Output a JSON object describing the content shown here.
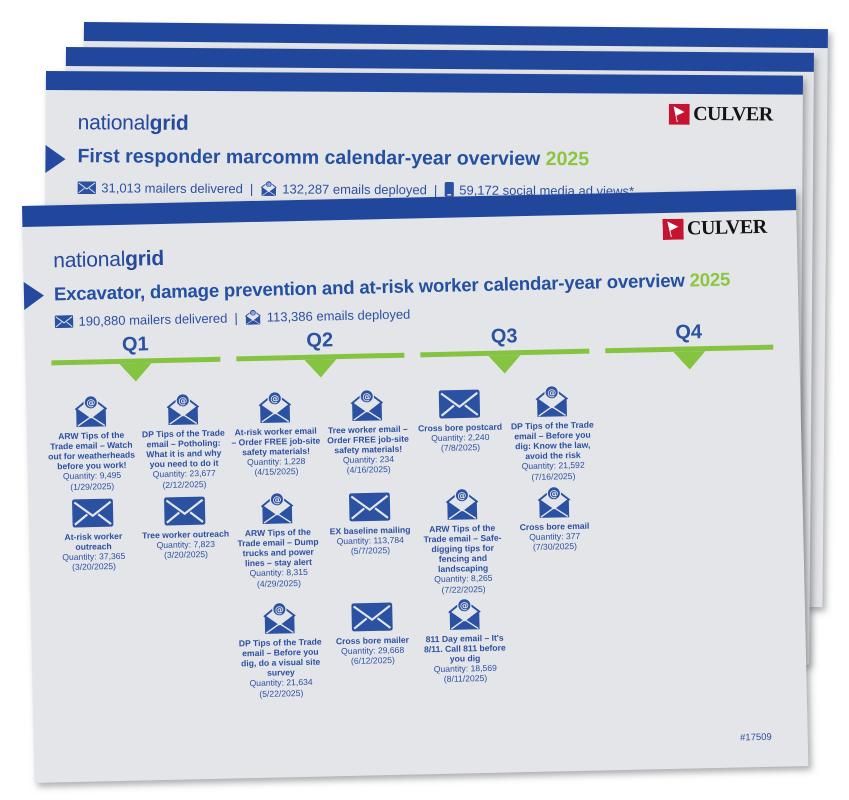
{
  "ui": {
    "divider": "|"
  },
  "brand": {
    "part1": "national",
    "part2": "grid"
  },
  "culver_label": "CULVER",
  "colors": {
    "navy_bar": "#21479c",
    "text_blue": "#2b51a3",
    "brand_blue": "#26499d",
    "green": "#84c441",
    "year_green": "#8cc63e",
    "culver_red": "#c41431",
    "slide_bg": "#e4e5e8"
  },
  "first_responder_slide": {
    "title": "First responder marcomm calendar-year overview",
    "year": "2025",
    "stats": [
      {
        "icon": "mailer-icon",
        "text": "31,013 mailers delivered"
      },
      {
        "icon": "email-icon",
        "text": "132,287 emails deployed"
      },
      {
        "icon": "phone-icon",
        "text": "59,172 social media ad views*"
      }
    ]
  },
  "excavator_slide": {
    "title": "Excavator, damage prevention and at-risk worker calendar-year overview",
    "year": "2025",
    "stats": [
      {
        "icon": "mailer-icon",
        "text": "190,880 mailers delivered"
      },
      {
        "icon": "email-icon",
        "text": "113,386 emails deployed"
      }
    ],
    "job_number": "#17509",
    "quarters": [
      {
        "label": "Q1",
        "items": [
          {
            "icon": "email-icon",
            "title": "ARW Tips of the Trade email – Watch out for weatherheads before you work!",
            "quantity": "Quantity: 9,495",
            "date": "(1/29/2025)"
          },
          {
            "icon": "email-icon",
            "title": "DP Tips of the Trade email – Potholing: What it is and why you need to do it",
            "quantity": "Quantity: 23,677",
            "date": "(2/12/2025)"
          },
          {
            "icon": "mailer-icon",
            "title": "At-risk worker outreach",
            "quantity": "Quantity: 37,365",
            "date": "(3/20/2025)"
          },
          {
            "icon": "mailer-icon",
            "title": "Tree worker outreach",
            "quantity": "Quantity: 7,823",
            "date": "(3/20/2025)"
          }
        ]
      },
      {
        "label": "Q2",
        "items": [
          {
            "icon": "email-icon",
            "title": "At-risk worker email – Order FREE job-site safety materials!",
            "quantity": "Quantity: 1,228",
            "date": "(4/15/2025)"
          },
          {
            "icon": "email-icon",
            "title": "Tree worker email – Order FREE job-site safety materials!",
            "quantity": "Quantity: 234",
            "date": "(4/16/2025)"
          },
          {
            "icon": "email-icon",
            "title": "ARW Tips of the Trade email – Dump trucks and power lines – stay alert",
            "quantity": "Quantity: 8,315",
            "date": "(4/29/2025)"
          },
          {
            "icon": "mailer-icon",
            "title": "EX baseline mailing",
            "quantity": "Quantity: 113,784",
            "date": "(5/7/2025)"
          },
          {
            "icon": "email-icon",
            "title": "DP Tips of the Trade email – Before you dig, do a visual site survey",
            "quantity": "Quantity: 21,634",
            "date": "(5/22/2025)"
          },
          {
            "icon": "mailer-icon",
            "title": "Cross bore mailer",
            "quantity": "Quantity: 29,668",
            "date": "(6/12/2025)"
          }
        ]
      },
      {
        "label": "Q3",
        "items": [
          {
            "icon": "mailer-icon",
            "title": "Cross bore postcard",
            "quantity": "Quantity: 2,240",
            "date": "(7/8/2025)"
          },
          {
            "icon": "email-icon",
            "title": "DP Tips of the Trade email – Before you dig: Know the law, avoid the risk",
            "quantity": "Quantity: 21,592",
            "date": "(7/16/2025)"
          },
          {
            "icon": "email-icon",
            "title": "ARW Tips of the Trade email – Safe-digging tips for fencing and landscaping",
            "quantity": "Quantity: 8,265",
            "date": "(7/22/2025)"
          },
          {
            "icon": "email-icon",
            "title": "Cross bore email",
            "quantity": "Quantity: 377",
            "date": "(7/30/2025)"
          },
          {
            "icon": "email-icon",
            "title": "811 Day email – It's 8/11. Call 811 before you dig",
            "quantity": "Quantity: 18,569",
            "date": "(8/11/2025)"
          }
        ]
      },
      {
        "label": "Q4",
        "items": []
      }
    ]
  }
}
